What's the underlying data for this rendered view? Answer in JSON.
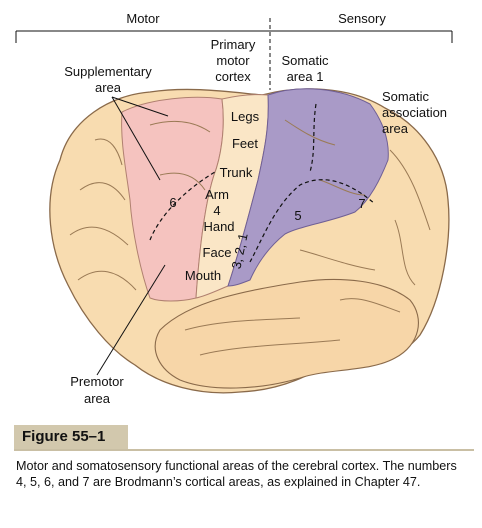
{
  "header": {
    "motor": "Motor",
    "sensory": "Sensory"
  },
  "regions": {
    "primary_motor_cortex": [
      "Primary",
      "motor",
      "cortex"
    ],
    "somatic_area_1": [
      "Somatic",
      "area 1"
    ],
    "supplementary_area": [
      "Supplementary",
      "area"
    ],
    "somatic_association_area": [
      "Somatic",
      "association",
      "area"
    ],
    "premotor_area": [
      "Premotor",
      "area"
    ]
  },
  "body_parts": {
    "legs": "Legs",
    "feet": "Feet",
    "trunk": "Trunk",
    "arm": "Arm",
    "four": "4",
    "hand": "Hand",
    "face": "Face",
    "mouth": "Mouth"
  },
  "brodmann": {
    "six": "6",
    "five": "5",
    "seven": "7",
    "three_two_one": "3, 2, 1"
  },
  "colors": {
    "cortex": "#f8dcb0",
    "motor_pink": "#f5c3bf",
    "sensory_purple": "#a99ac7",
    "primary_motor": "#fae6c6",
    "caption_tag": "#d2c8ad"
  },
  "caption": {
    "tag": "Figure 55–1",
    "text": "Motor and somatosensory functional areas of the cerebral cortex. The numbers 4, 5, 6, and 7 are Brodmann’s cortical areas, as explained in Chapter 47."
  }
}
